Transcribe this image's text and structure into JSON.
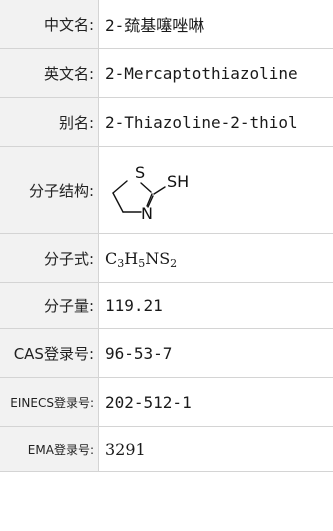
{
  "rows": [
    {
      "label": "中文名:",
      "value": "2-巯基噻唑啉"
    },
    {
      "label": "英文名:",
      "value": "2-Mercaptothiazoline"
    },
    {
      "label": "别名:",
      "value": "2-Thiazoline-2-thiol"
    },
    {
      "label": "分子结构:",
      "structure_labels": {
        "s": "S",
        "sh": "SH",
        "n": "N"
      }
    },
    {
      "label": "分子式:",
      "formula": [
        "C",
        "3",
        "H",
        "5",
        "NS",
        "2"
      ]
    },
    {
      "label": "分子量:",
      "value": "119.21"
    },
    {
      "label": "CAS登录号:",
      "value": "96-53-7"
    },
    {
      "label": "EINECS登录号:",
      "value": "202-512-1"
    },
    {
      "label": "EMA登录号:",
      "value": "3291"
    }
  ]
}
